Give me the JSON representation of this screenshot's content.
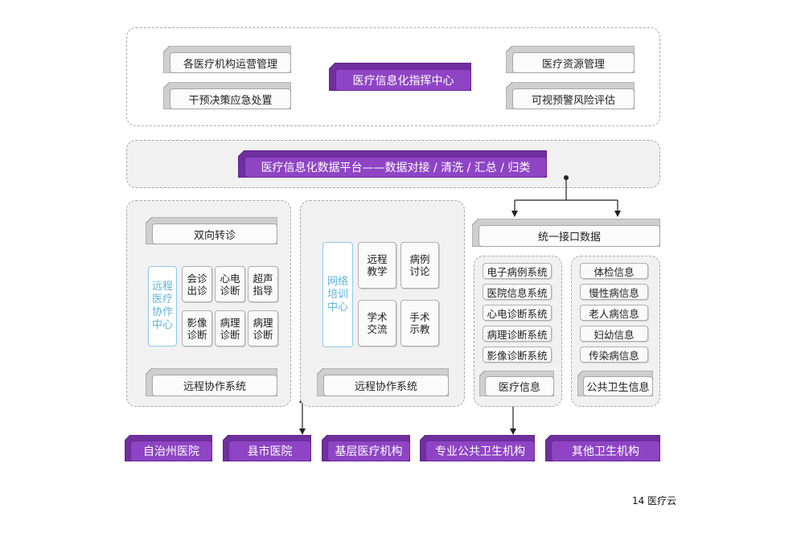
{
  "top": {
    "left_buttons": [
      "各医疗机构运营管理",
      "干预决策应急处置"
    ],
    "center_title": "医疗信息化指挥中心",
    "right_buttons": [
      "医疗资源管理",
      "可视预警风险评估"
    ]
  },
  "platform": {
    "title": "医疗信息化数据平台——数据对接 / 清洗 / 汇总 / 归类"
  },
  "left_panel": {
    "header": "双向转诊",
    "side_label": "远程医疗协作中心",
    "cells": [
      "会诊出诊",
      "心电诊断",
      "超声指导",
      "影像诊断",
      "病理诊断",
      "病理诊断"
    ],
    "footer": "远程协作系统"
  },
  "middle_panel": {
    "side_label": "网络培训中心",
    "cells": [
      "远程教学",
      "病例讨论",
      "学术交流",
      "手术示教"
    ],
    "footer": "远程协作系统"
  },
  "right_panel": {
    "header": "统一接口数据",
    "medical_items": [
      "电子病例系统",
      "医院信息系统",
      "心电诊断系统",
      "病理诊断系统",
      "影像诊断系统"
    ],
    "medical_footer": "医疗信息",
    "public_items": [
      "体检信息",
      "慢性病信息",
      "老人病信息",
      "妇幼信息",
      "传染病信息"
    ],
    "public_footer": "公共卫生信息"
  },
  "bottom_buttons": [
    "自治州医院",
    "县市医院",
    "基层医疗机构",
    "专业公共卫生机构",
    "其他卫生机构"
  ],
  "page_caption": "14 医疗云",
  "colors": {
    "accent_purple": "#8e44c4",
    "accent_blue": "#5fb3dc",
    "panel_bg": "#f1f1f1"
  }
}
